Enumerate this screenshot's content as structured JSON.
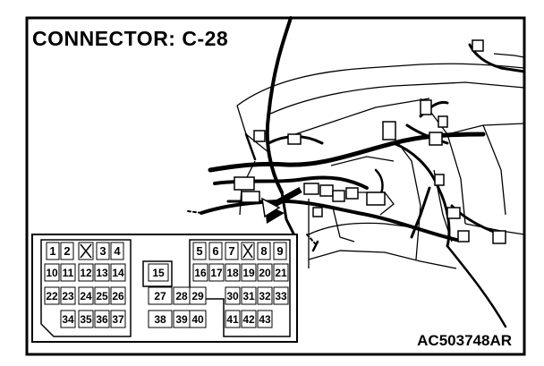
{
  "title": "CONNECTOR: C-28",
  "figure_code": "AC503748AR",
  "connector": {
    "rows": [
      [
        "1",
        "2",
        "",
        "3",
        "4",
        "5",
        "6",
        "7",
        "",
        "8",
        "9"
      ],
      [
        "10",
        "11",
        "12",
        "13",
        "14",
        "15",
        "16",
        "17",
        "18",
        "19",
        "20",
        "21"
      ],
      [
        "22",
        "23",
        "24",
        "25",
        "26",
        "27",
        "28",
        "29",
        "30",
        "31",
        "32",
        "33"
      ],
      [
        "34",
        "35",
        "36",
        "37",
        "38",
        "39",
        "40",
        "41",
        "42",
        "43"
      ]
    ],
    "empty_cavity_marks": 2
  }
}
